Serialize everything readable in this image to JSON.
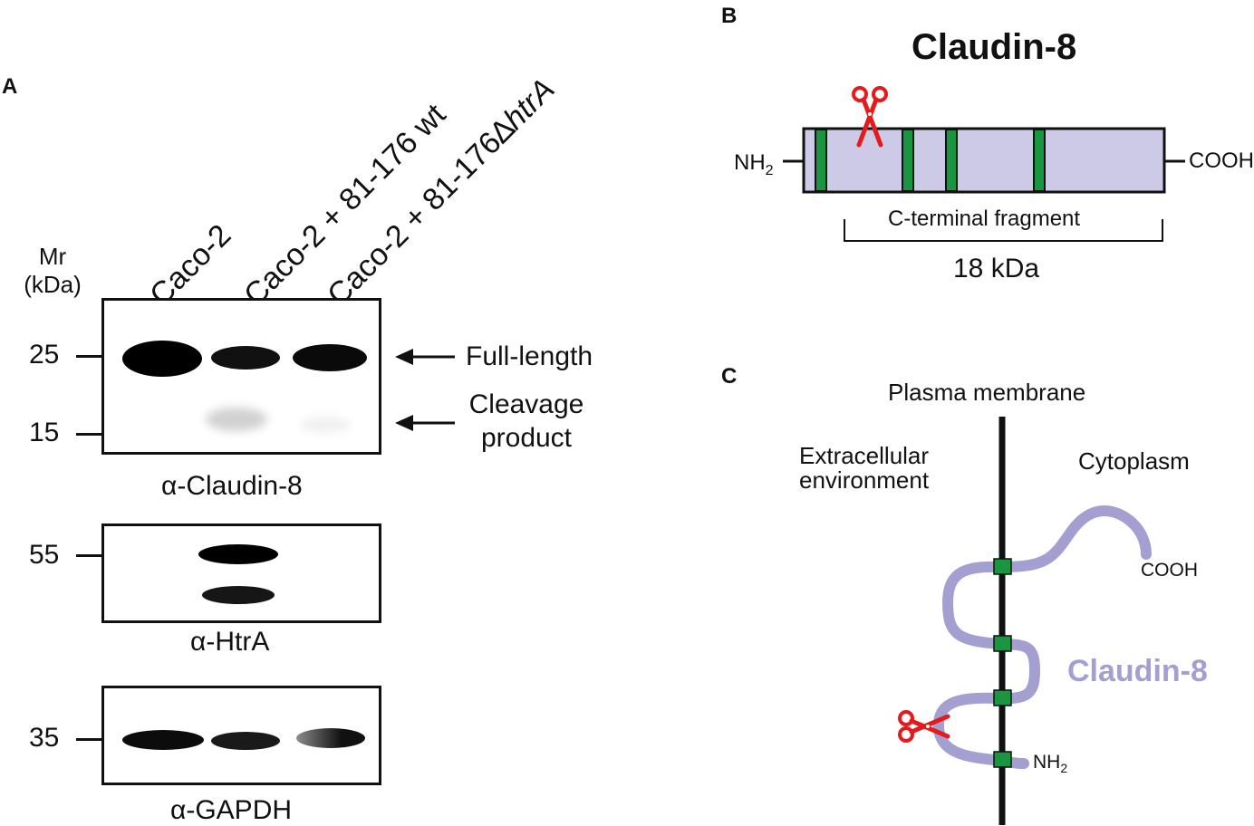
{
  "panelA": {
    "letter": "A",
    "lanes": [
      "Caco-2",
      "Caco-2 + 81-176 wt",
      "Caco-2 + 81-176",
      "∆",
      "htrA"
    ],
    "mr_label": [
      "Mr",
      "(kDa)"
    ],
    "blots": [
      {
        "antibody": "α-Claudin-8",
        "markers": [
          "25",
          "15"
        ]
      },
      {
        "antibody": "α-HtrA",
        "markers": [
          "55"
        ]
      },
      {
        "antibody": "α-GAPDH",
        "markers": [
          "35"
        ]
      }
    ],
    "annotations": {
      "full_length": "Full-length",
      "cleavage": [
        "Cleavage",
        "product"
      ]
    }
  },
  "panelB": {
    "letter": "B",
    "title": "Claudin-8",
    "nh2": "NH",
    "nh2_sub": "2",
    "cooh": "COOH",
    "fragment_label": "C-terminal fragment",
    "fragment_size": "18 kDa",
    "colors": {
      "protein": "#cccae6",
      "tm": "#1a9641",
      "scissors": "#e41a1c"
    }
  },
  "panelC": {
    "letter": "C",
    "membrane": "Plasma membrane",
    "extracellular": [
      "Extracellular",
      "environment"
    ],
    "cytoplasm": "Cytoplasm",
    "cooh": "COOH",
    "nh2": "NH",
    "nh2_sub": "2",
    "protein_name": "Claudin-8",
    "colors": {
      "protein": "#a49fd1",
      "tm": "#1a9641"
    }
  }
}
